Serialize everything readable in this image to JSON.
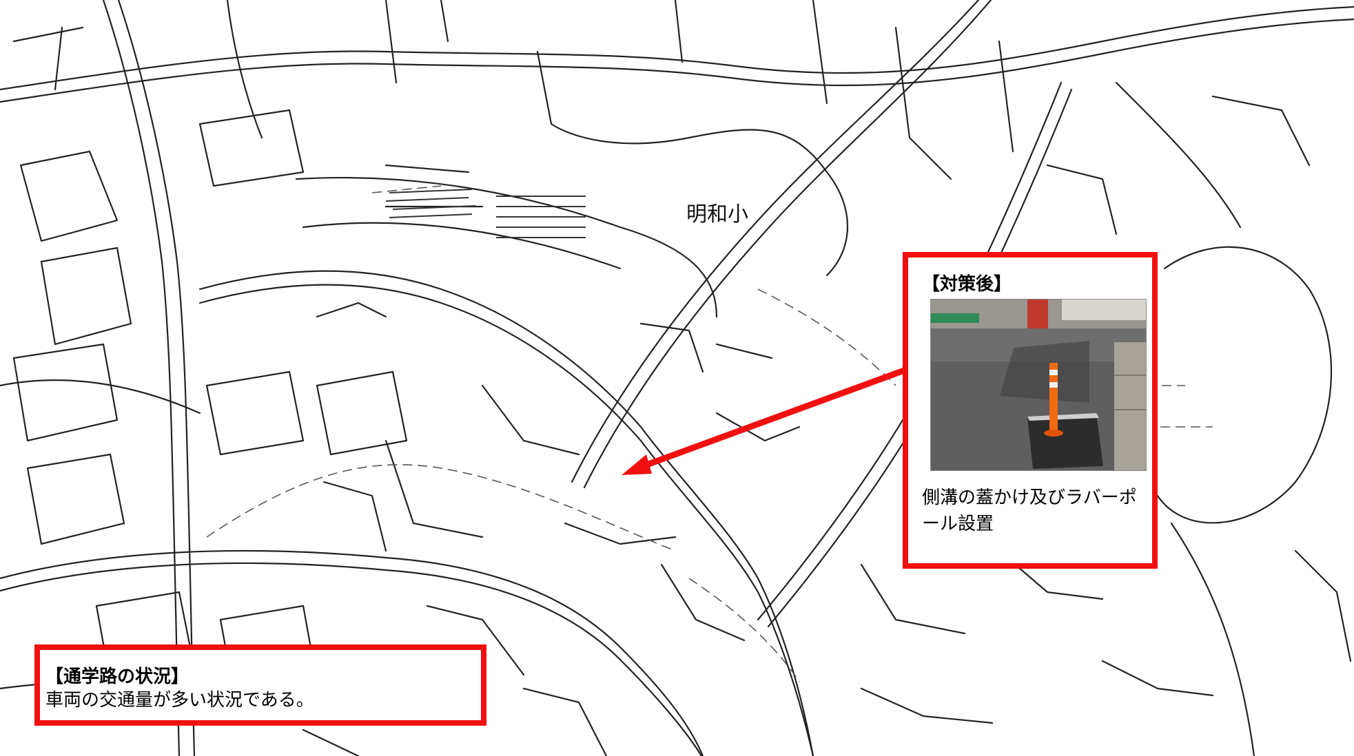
{
  "map": {
    "school_label": "明和小"
  },
  "after_callout": {
    "title": "【対策後】",
    "description": "側溝の蓋かけ及びラバーポール設置"
  },
  "route_callout": {
    "title": "【通学路の状況】",
    "description": "車両の交通量が多い状況である。"
  },
  "colors": {
    "highlight": "#f01010",
    "pole": "#f26a10",
    "road_line": "#222222"
  },
  "icons": {
    "arrow": "red-arrow-icon",
    "photo": "rubber-pole-photo"
  }
}
